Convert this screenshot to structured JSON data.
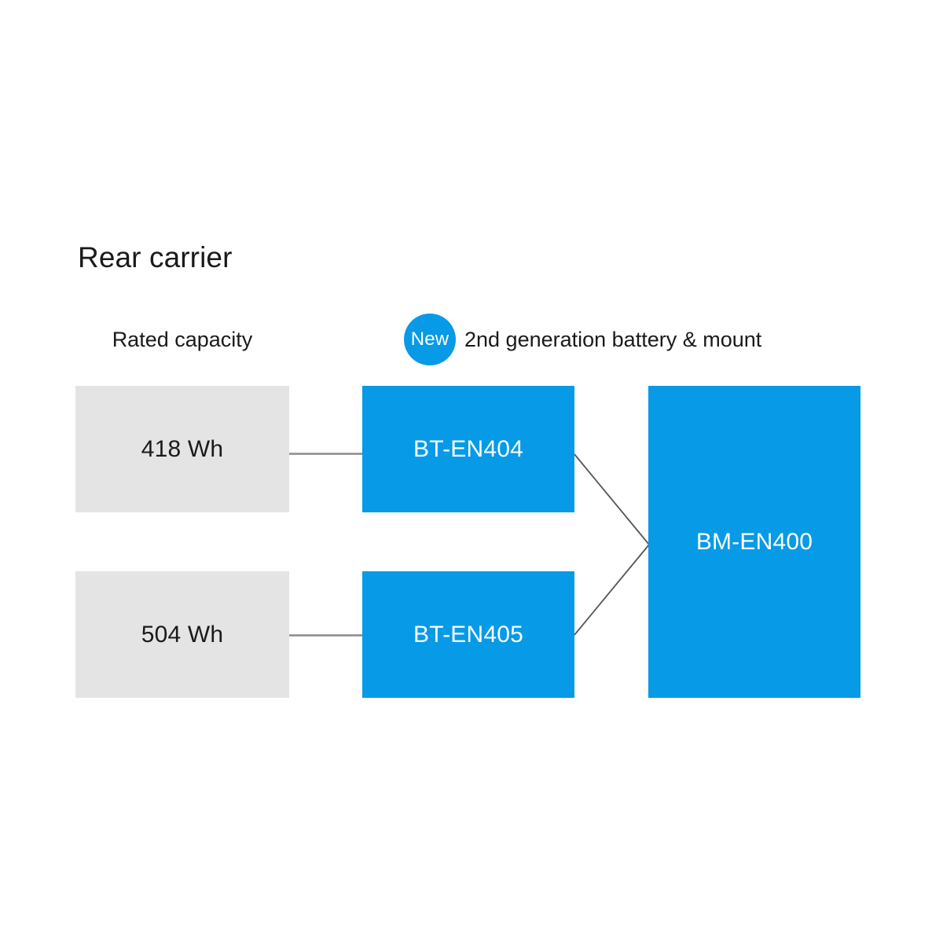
{
  "diagram": {
    "title": "Rear carrier",
    "columns": {
      "capacity_label": "Rated capacity",
      "new_badge": "New",
      "new_label": "2nd generation battery & mount"
    },
    "colors": {
      "accent_blue": "#079ae6",
      "neutral_grey": "#e4e4e4",
      "connector_grey": "#8a8a8a",
      "text_dark": "#1a1a1a",
      "text_light": "#ffffff",
      "background": "#ffffff"
    },
    "rows": [
      {
        "capacity": "418 Wh",
        "battery": "BT-EN404"
      },
      {
        "capacity": "504 Wh",
        "battery": "BT-EN405"
      }
    ],
    "mount": {
      "label": "BM-EN400"
    }
  }
}
